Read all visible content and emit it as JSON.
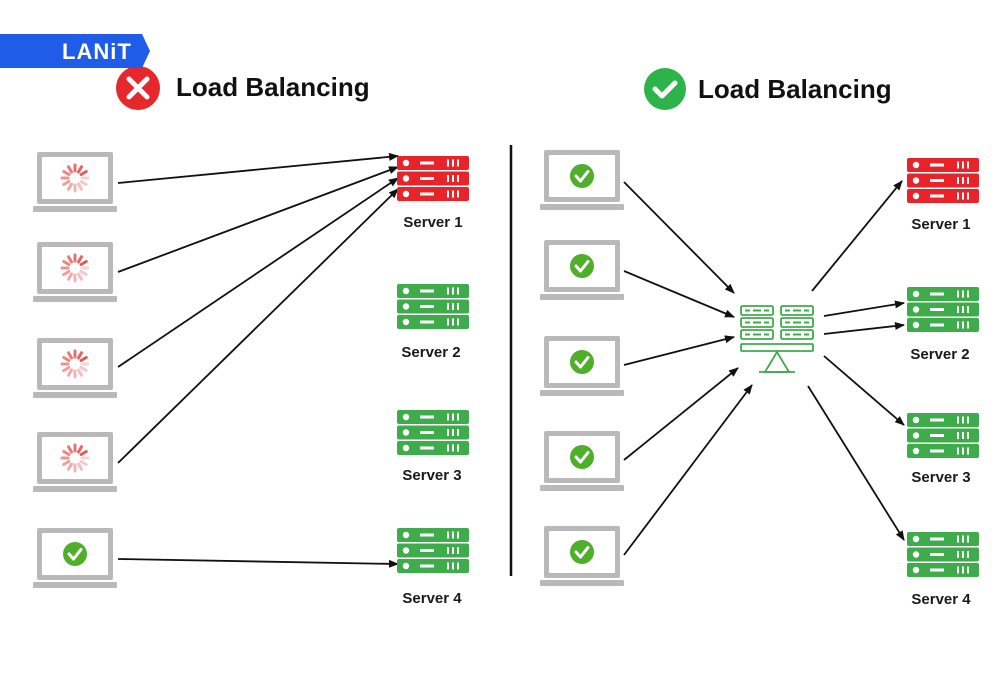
{
  "brand": {
    "logo_text": "LANiT"
  },
  "panels": {
    "without_lb": {
      "status_icon": "cross-icon",
      "status_color": "#e6282c",
      "title": "Load Balancing",
      "clients": [
        {
          "state": "loading"
        },
        {
          "state": "loading"
        },
        {
          "state": "loading"
        },
        {
          "state": "loading"
        },
        {
          "state": "ok"
        }
      ],
      "servers": [
        {
          "label": "Server 1",
          "color": "red"
        },
        {
          "label": "Server 2",
          "color": "green"
        },
        {
          "label": "Server 3",
          "color": "green"
        },
        {
          "label": "Server 4",
          "color": "green"
        }
      ]
    },
    "with_lb": {
      "status_icon": "check-circle-icon",
      "status_color": "#2db34a",
      "title": "Load Balancing",
      "clients": [
        {
          "state": "ok"
        },
        {
          "state": "ok"
        },
        {
          "state": "ok"
        },
        {
          "state": "ok"
        },
        {
          "state": "ok"
        }
      ],
      "balancer_icon": "load-balancer-icon",
      "servers": [
        {
          "label": "Server 1",
          "color": "red"
        },
        {
          "label": "Server 2",
          "color": "green"
        },
        {
          "label": "Server 3",
          "color": "green"
        },
        {
          "label": "Server 4",
          "color": "green"
        }
      ]
    }
  },
  "colors": {
    "server_red": "#e8242a",
    "server_green": "#3eac4b",
    "laptop_gray": "#b9b9b9",
    "ok_green": "#4fae2a",
    "loading_red": "#e45a56",
    "balancer_green": "#3eac4b",
    "divider": "#111111",
    "brand_blue": "#1f5ce8"
  }
}
